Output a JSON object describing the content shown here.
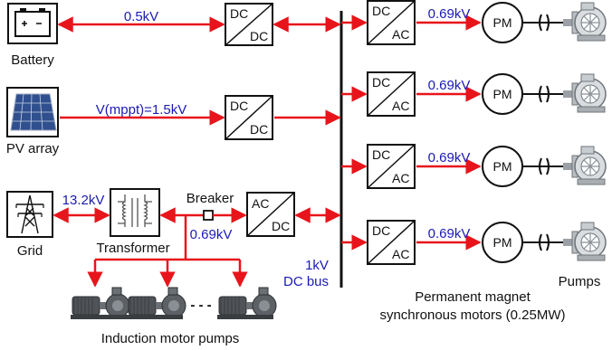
{
  "colors": {
    "line": "#e8141b",
    "accent": "#1a1ab4",
    "ink": "#111111"
  },
  "nodes": {
    "battery": "Battery",
    "pv_array": "PV array",
    "grid": "Grid",
    "transformer": "Transformer",
    "breaker": "Breaker",
    "dc_bus": [
      "1kV",
      "DC bus"
    ],
    "induction_pumps": "Induction motor pumps",
    "pm_motors": [
      "Permanent magnet",
      "synchronous motors (0.25MW)"
    ],
    "pumps": "Pumps"
  },
  "voltages": {
    "battery_link": "0.5kV",
    "pv_link": "V(mppt)=1.5kV",
    "grid_link": "13.2kV",
    "transformer_out": "0.69kV",
    "motor_links": [
      "0.69kV",
      "0.69kV",
      "0.69kV",
      "0.69kV"
    ]
  },
  "converters": {
    "battery_dcdc": [
      "DC",
      "DC"
    ],
    "pv_dcdc": [
      "DC",
      "DC"
    ],
    "grid_acdc": [
      "AC",
      "DC"
    ],
    "inverters": [
      [
        "DC",
        "AC"
      ],
      [
        "DC",
        "AC"
      ],
      [
        "DC",
        "AC"
      ],
      [
        "DC",
        "AC"
      ]
    ]
  },
  "motor_label": "PM",
  "ellipsis": "- - -",
  "icons": {
    "battery": "battery-icon",
    "solar": "solar-panel-icon",
    "grid": "transmission-tower-icon",
    "transformer": "transformer-icon",
    "pump": "centrifugal-pump-icon",
    "induction_pump": "induction-pump-icon"
  }
}
